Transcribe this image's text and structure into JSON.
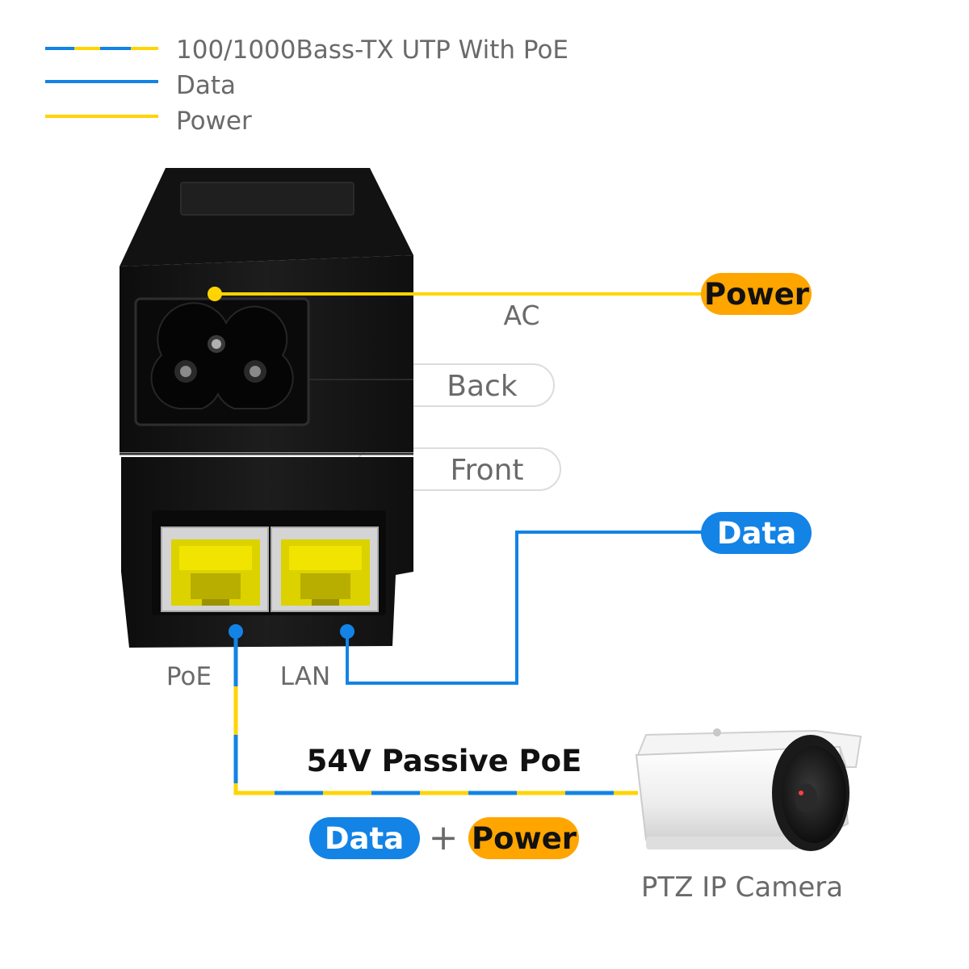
{
  "colors": {
    "data": "#1383e6",
    "power_line": "#ffd400",
    "power_pill": "#ffa500",
    "label_gray": "#6a6a6a",
    "device_black": "#151515"
  },
  "legend": [
    {
      "key": "poe",
      "label": "100/1000Bass-TX UTP With PoE"
    },
    {
      "key": "data",
      "label": "Data"
    },
    {
      "key": "power",
      "label": "Power"
    }
  ],
  "injector": {
    "ac_label": "AC",
    "back_label": "Back",
    "front_label": "Front",
    "poe_port_label": "PoE",
    "lan_port_label": "LAN"
  },
  "pills": {
    "power_in": "Power",
    "data_in": "Data",
    "data_out": "Data",
    "power_out": "Power",
    "plus": "+"
  },
  "cable_title": "54V Passive PoE",
  "camera_label": "PTZ IP Camera",
  "icons": [
    "ac-socket-icon",
    "rj45-port-icon",
    "bullet-camera-icon"
  ]
}
